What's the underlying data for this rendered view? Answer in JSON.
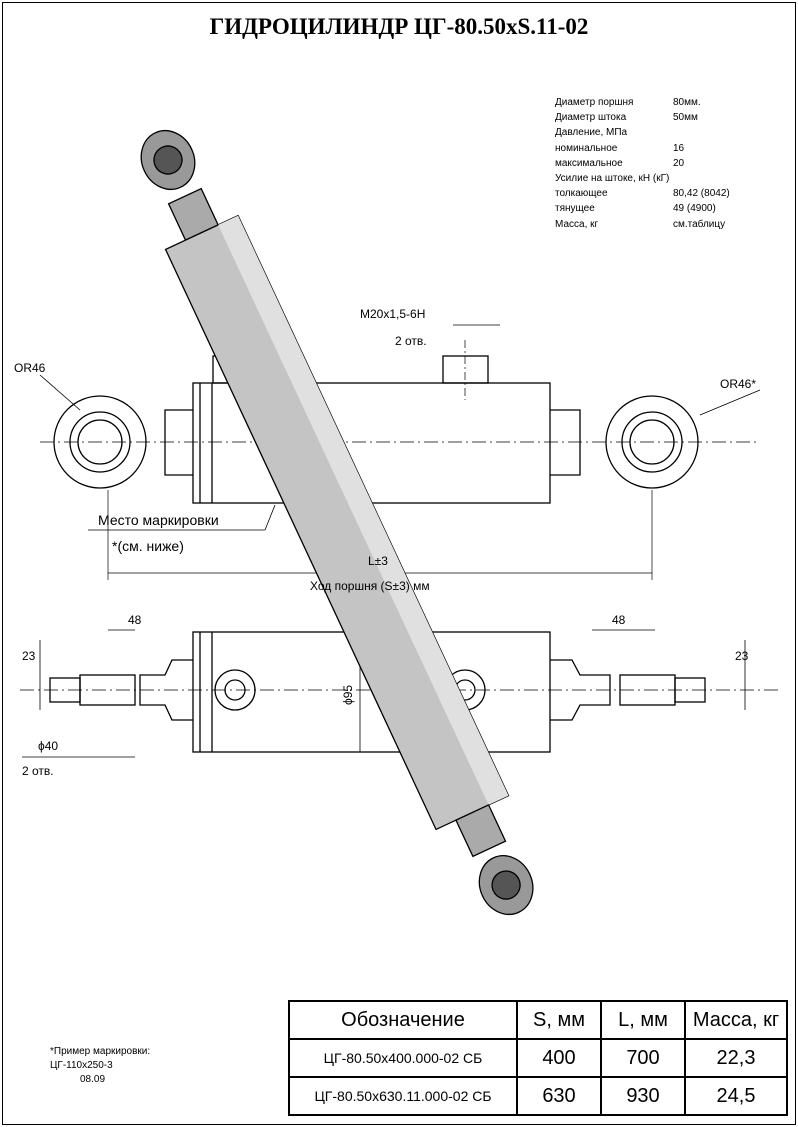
{
  "title": "ГИДРОЦИЛИНДР ЦГ-80.50хS.11-02",
  "specs": [
    {
      "k": "Диаметр поршня",
      "v": "80мм."
    },
    {
      "k": "Диаметр штока",
      "v": "50мм"
    },
    {
      "k": "Давление, МПа",
      "v": ""
    },
    {
      "k": "номинальное",
      "v": "16"
    },
    {
      "k": "максимальное",
      "v": "20"
    },
    {
      "k": "Усилие на штоке, кН (кГ)",
      "v": ""
    },
    {
      "k": "толкающее",
      "v": "80,42 (8042)"
    },
    {
      "k": "тянущее",
      "v": "49 (4900)"
    },
    {
      "k": "Масса, кг",
      "v": "см.таблицу"
    }
  ],
  "labels": {
    "thread": "M20x1,5-6H",
    "holes_top": "2 отв.",
    "r_left": "OR46",
    "r_right": "OR46*",
    "marking": "Место маркировки",
    "marking_note": "*(см. ниже)",
    "length": "L±3",
    "stroke": "Ход поршня (S±3) мм",
    "dim48_left": "48",
    "dim48_right": "48",
    "dim23_left": "23",
    "dim23_right": "23",
    "dia40": "ϕ40",
    "holes_bottom": "2 отв.",
    "dia95": "ϕ95"
  },
  "note": {
    "title": "*Пример маркировки:",
    "code": "ЦГ-110х250-3",
    "date": "08.09"
  },
  "table": {
    "headers": [
      "Обозначение",
      "S, мм",
      "L, мм",
      "Масса, кг"
    ],
    "rows": [
      [
        "ЦГ-80.50х400.000-02 СБ",
        "400",
        "700",
        "22,3"
      ],
      [
        "ЦГ-80.50х630.11.000-02 СБ",
        "630",
        "930",
        "24,5"
      ]
    ]
  }
}
